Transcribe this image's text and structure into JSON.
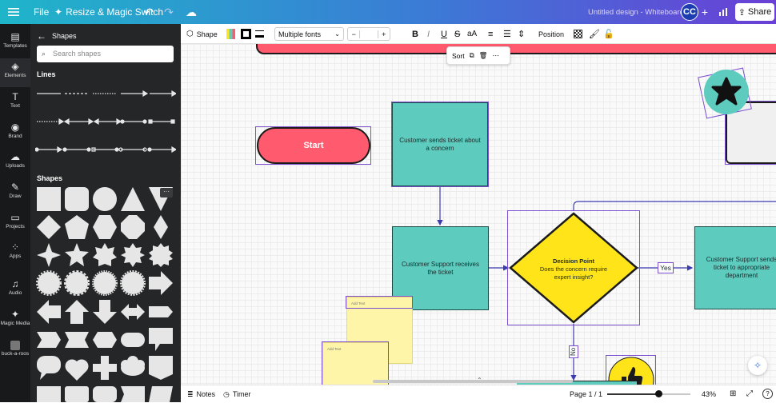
{
  "topbar": {
    "file": "File",
    "resize": "Resize & Magic Switch",
    "doc_title": "Untitled design - Whiteboard",
    "avatar": "CC",
    "share": "Share"
  },
  "rail": {
    "items": [
      {
        "label": "Templates",
        "icon": "templates-icon"
      },
      {
        "label": "Elements",
        "icon": "elements-icon"
      },
      {
        "label": "Text",
        "icon": "text-icon"
      },
      {
        "label": "Brand",
        "icon": "brand-icon"
      },
      {
        "label": "Uploads",
        "icon": "uploads-icon"
      },
      {
        "label": "Draw",
        "icon": "draw-icon"
      },
      {
        "label": "Projects",
        "icon": "projects-icon"
      },
      {
        "label": "Apps",
        "icon": "apps-icon"
      },
      {
        "label": "Audio",
        "icon": "audio-icon"
      },
      {
        "label": "Magic Media",
        "icon": "magic-media-icon"
      },
      {
        "label": "buck-a-roos",
        "icon": "buck-a-roos-icon"
      }
    ]
  },
  "panel": {
    "title": "Shapes",
    "search_placeholder": "Search shapes",
    "lines_title": "Lines",
    "shapes_title": "Shapes"
  },
  "toolbar": {
    "shape": "Shape",
    "font": "Multiple fonts",
    "font_size": "",
    "position": "Position"
  },
  "context_menu": {
    "sort": "Sort"
  },
  "canvas": {
    "start": "Start",
    "ticket": "Customer sends ticket about a concern",
    "receives": "Customer Support receives the ticket",
    "decision_title": "Decision Point",
    "decision_text": "Does the concern require expert insight?",
    "yes": "Yes",
    "no": "No",
    "sends": "Customer Support sends ticket to appropriate department",
    "note1": "Add Text",
    "note2": "Add Text"
  },
  "bottombar": {
    "notes": "Notes",
    "timer": "Timer",
    "page": "Page 1 / 1",
    "zoom": "43%",
    "zoom_level": 0.43
  },
  "colors": {
    "teal": "#5ecbbf",
    "red": "#ff5a6e",
    "yellow": "#ffe419",
    "note": "#fff5a8",
    "selection": "#7b4fd0"
  }
}
